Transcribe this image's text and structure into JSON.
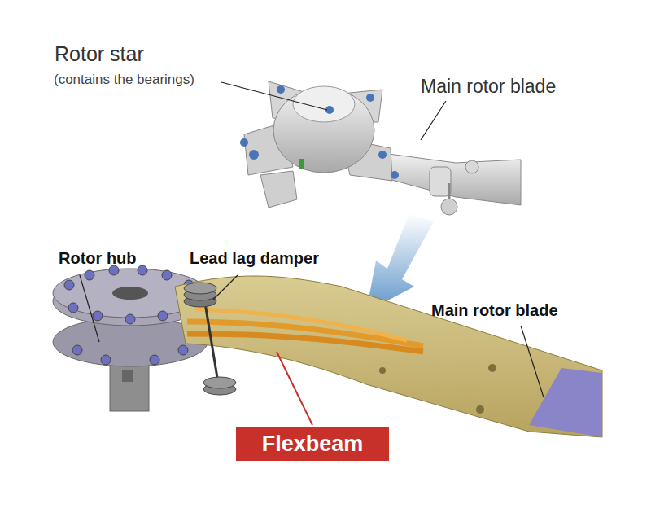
{
  "diagram": {
    "nodes": [
      {
        "text": [
          "Flexbeam"
        ]
      }
    ],
    "labels": [
      "Rotor star",
      "(contains the bearings)",
      "Main rotor blade",
      "Rotor hub",
      "Lead lag damper",
      "Main rotor blade"
    ]
  }
}
